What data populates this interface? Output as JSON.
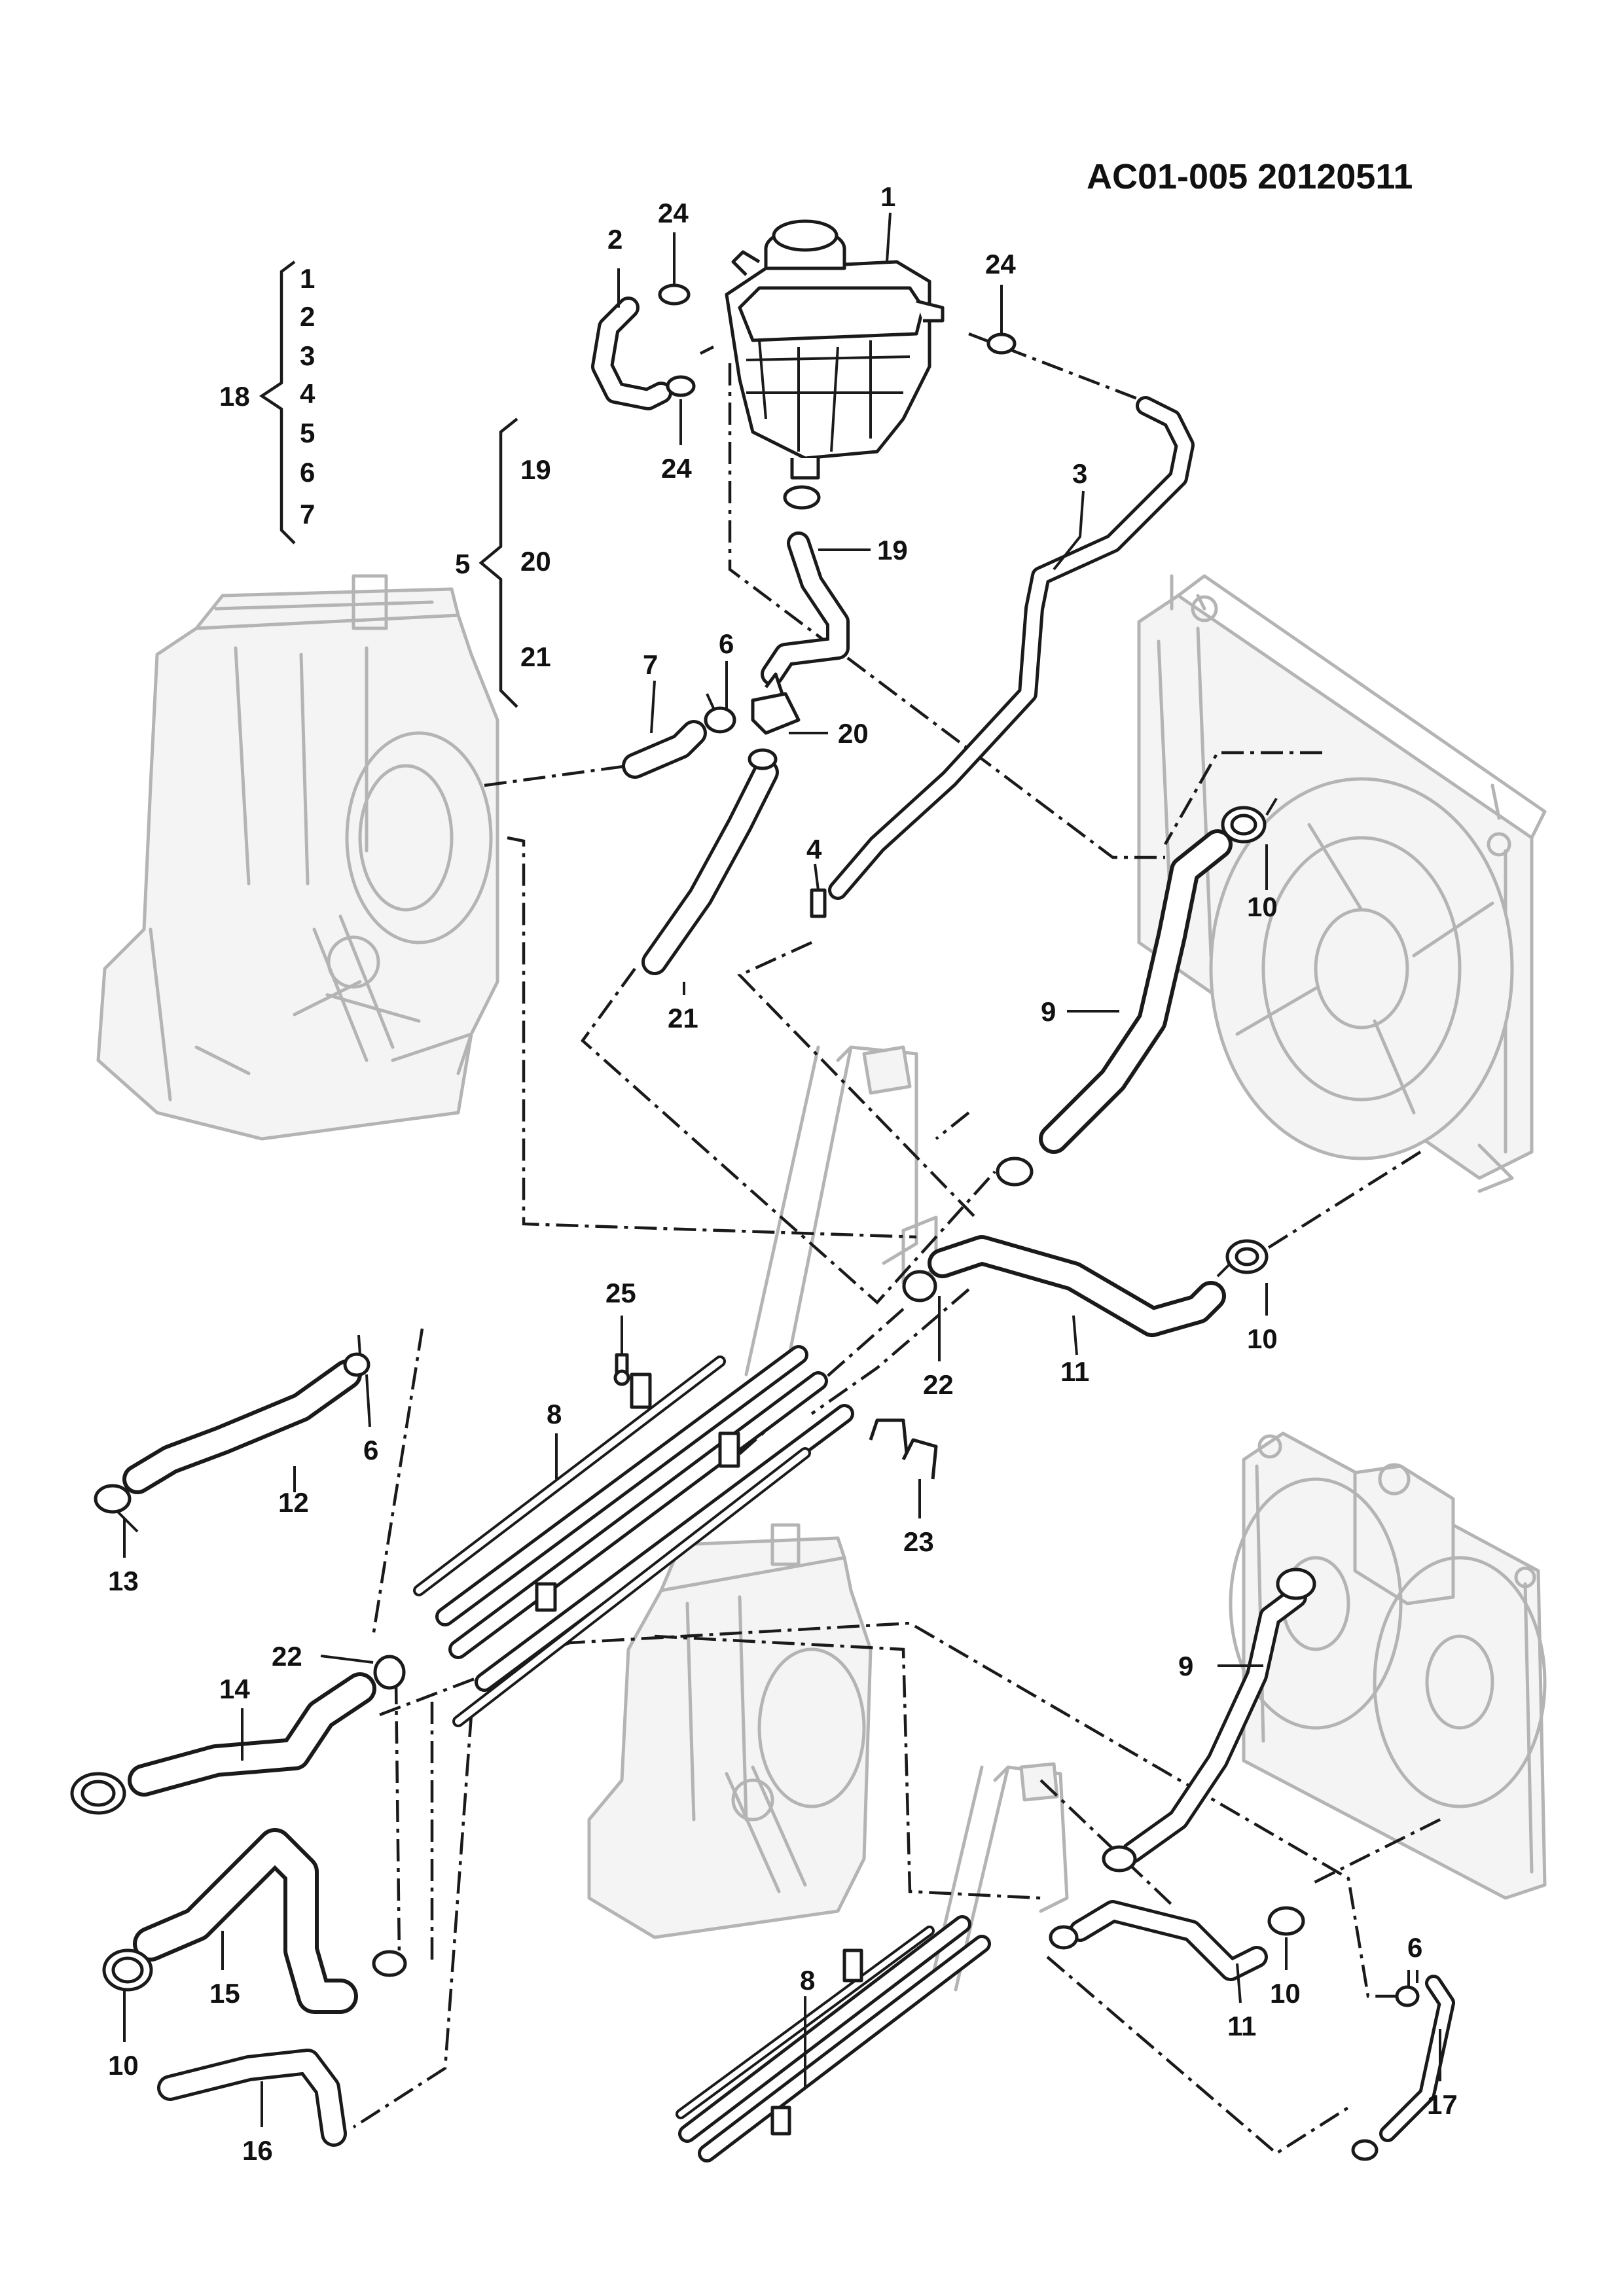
{
  "header": {
    "title": "AC01-005  20120511"
  },
  "legend": {
    "group18": {
      "label": "18",
      "items": [
        "1",
        "2",
        "3",
        "4",
        "5",
        "6",
        "7"
      ]
    },
    "group5": {
      "label": "5",
      "items": [
        "19",
        "20",
        "21"
      ]
    }
  },
  "callouts": {
    "c1": "1",
    "c2": "2",
    "c3": "3",
    "c4": "4",
    "c6a": "6",
    "c6b": "6",
    "c6c": "6",
    "c7": "7",
    "c8a": "8",
    "c8b": "8",
    "c9a": "9",
    "c9b": "9",
    "c10a": "10",
    "c10b": "10",
    "c10c": "10",
    "c10d": "10",
    "c11a": "11",
    "c11b": "11",
    "c12": "12",
    "c13": "13",
    "c14": "14",
    "c15": "15",
    "c16": "16",
    "c17": "17",
    "c19": "19",
    "c20": "20",
    "c21": "21",
    "c22a": "22",
    "c22b": "22",
    "c23": "23",
    "c24a": "24",
    "c24b": "24",
    "c24c": "24",
    "c25": "25"
  },
  "colors": {
    "ink": "#1a1a1a",
    "ghost": "#b4b4b4",
    "paper": "#ffffff"
  }
}
